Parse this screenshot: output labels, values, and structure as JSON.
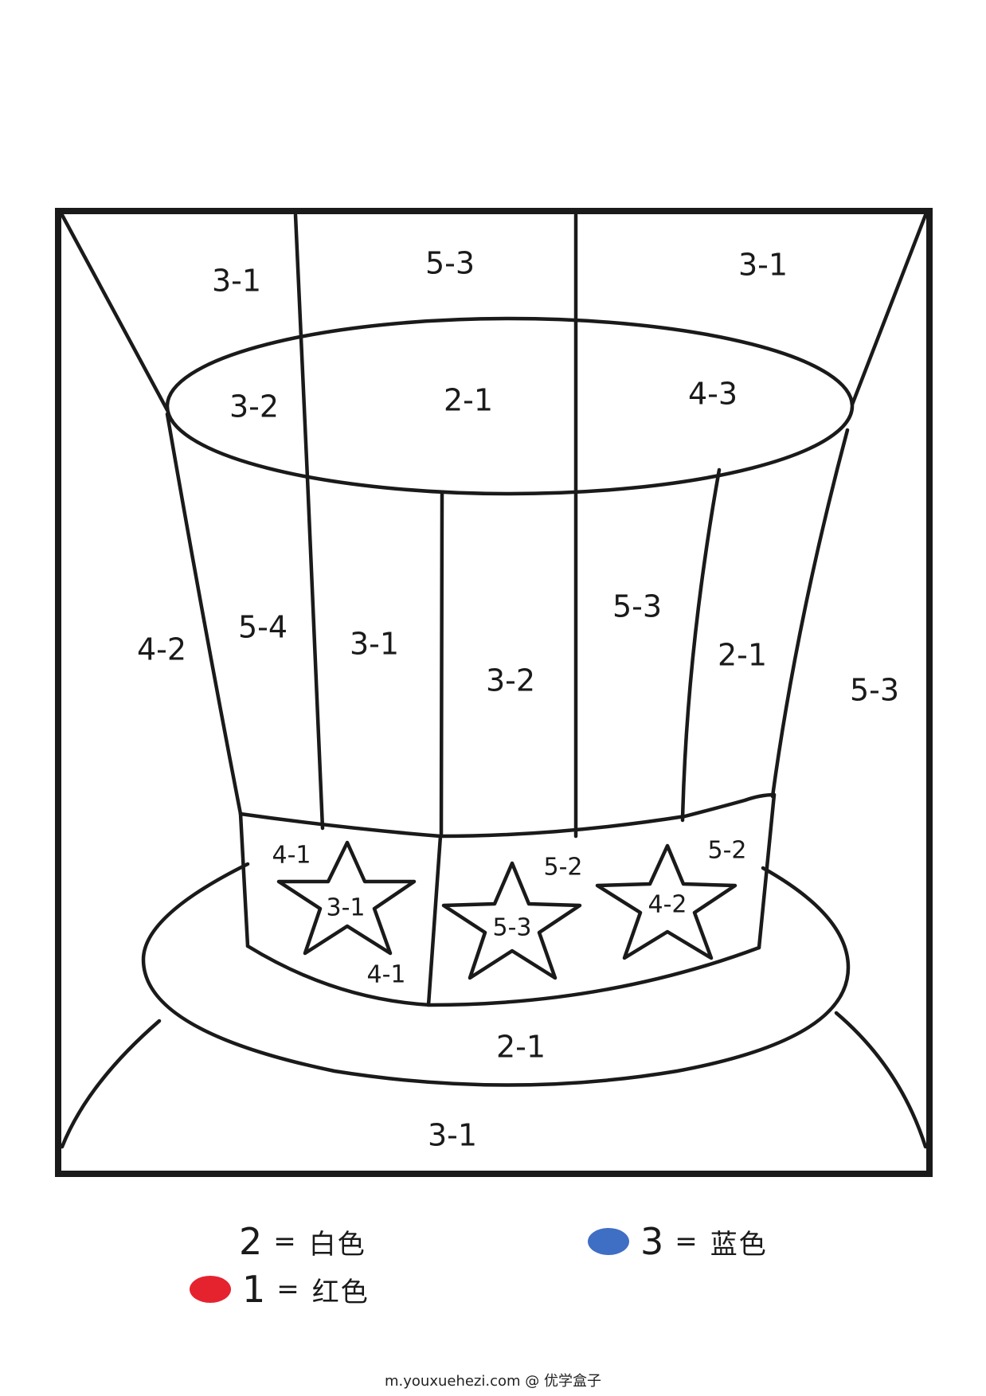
{
  "regions": {
    "top_left": "3-1",
    "top_mid": "5-3",
    "top_right": "3-1",
    "ellipse_left": "3-2",
    "ellipse_mid": "2-1",
    "ellipse_right": "4-3",
    "outer_left": "4-2",
    "stripe_1": "5-4",
    "stripe_2": "3-1",
    "stripe_3": "3-2",
    "stripe_4": "5-3",
    "stripe_5": "2-1",
    "outer_right": "5-3",
    "band_left_top": "4-1",
    "star_1": "3-1",
    "band_left_bottom": "4-1",
    "band_mid_top": "5-2",
    "star_2": "5-3",
    "band_right_top": "5-2",
    "star_3": "4-2",
    "brim": "2-1",
    "bottom": "3-1"
  },
  "legend": {
    "white": {
      "number": "2",
      "equals": "=",
      "label": "白色"
    },
    "blue": {
      "number": "3",
      "equals": "=",
      "label": "蓝色",
      "color": "#3f6fc4"
    },
    "red": {
      "number": "1",
      "equals": "=",
      "label": "红色",
      "color": "#e5232f"
    }
  },
  "footer": "m.youxuehezi.com @ 优学盒子"
}
